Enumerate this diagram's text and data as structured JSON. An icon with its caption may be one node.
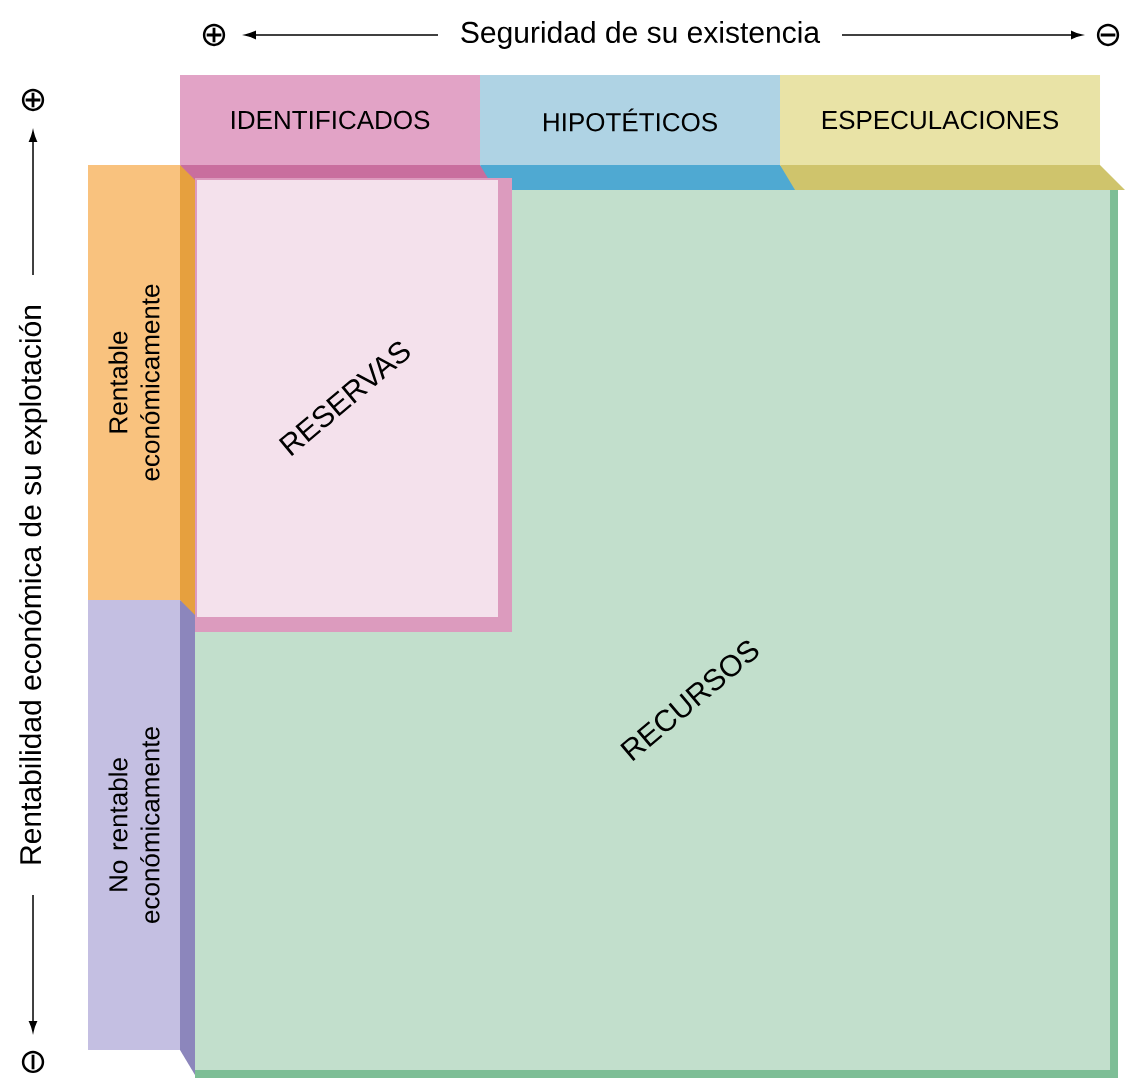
{
  "diagram": {
    "nodes": [
      {
        "text": [
          "IDENTIFICADOS"
        ]
      },
      {
        "text": [
          "HIPOTÉTICOS"
        ]
      },
      {
        "text": [
          "ESPECULACIONES"
        ]
      },
      {
        "text": [
          "Rentable económicamente"
        ]
      },
      {
        "text": [
          "No rentable económicamente"
        ]
      },
      {
        "text": [
          "RECURSOS"
        ]
      },
      {
        "text": [
          "RESERVAS"
        ],
        "in": 5
      }
    ],
    "labels": [
      "⊕",
      "Seguridad de su existencia",
      "⊖",
      "⊕",
      "Rentabilidad económica de su explotación",
      "⊖"
    ]
  }
}
